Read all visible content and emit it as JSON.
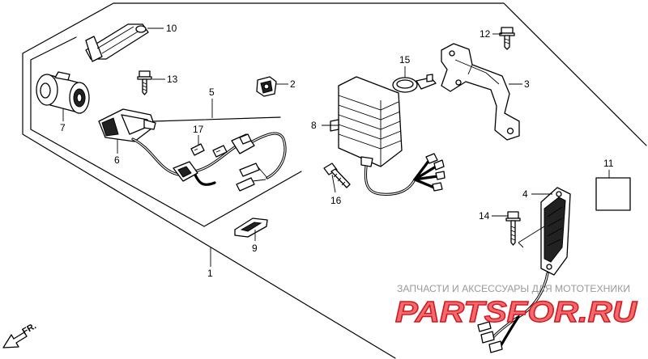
{
  "callouts": {
    "c1": "1",
    "c2": "2",
    "c3": "3",
    "c4": "4",
    "c5": "5",
    "c6": "6",
    "c7": "7",
    "c8": "8",
    "c9": "9",
    "c10": "10",
    "c11": "11",
    "c12": "12",
    "c13": "13",
    "c14": "14",
    "c15": "15",
    "c16": "16",
    "c17": "17"
  },
  "direction": {
    "label": "FR."
  },
  "watermark": {
    "tagline": "ЗАПЧАСТИ И АКСЕССУАРЫ ДЛЯ МОТОТЕХНИКИ",
    "logo": "PARTSFOR.RU"
  },
  "colors": {
    "line": "#000000",
    "background": "#ffffff",
    "watermark_text": "#9a9a9a",
    "logo_red": "#d4161d"
  }
}
